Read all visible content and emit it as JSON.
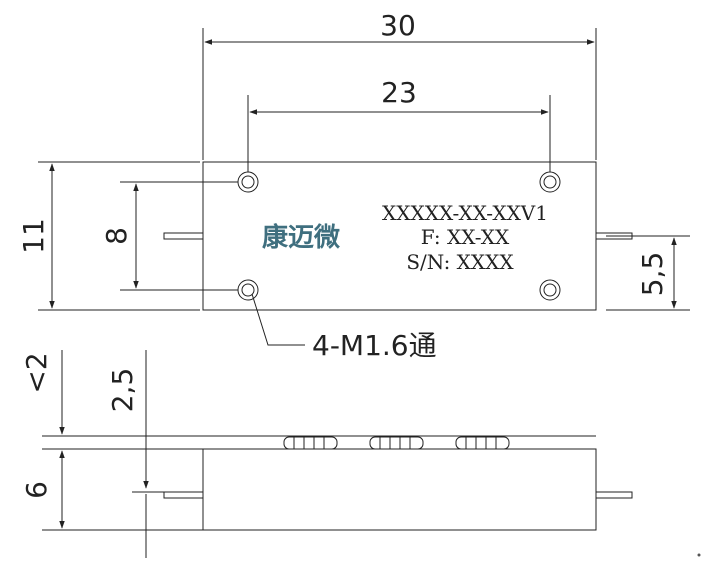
{
  "drawing": {
    "dimensions": {
      "overall_width": "30",
      "hole_spacing_width": "23",
      "overall_height": "11",
      "hole_spacing_height": "8",
      "pin_offset": "5,5",
      "callout_holes": "4-M1.6通",
      "pin_clearance": "<2",
      "pin_height": "2,5",
      "body_thickness": "6"
    },
    "label": {
      "model": "XXXXX-XX-XXV1",
      "frequency": "F: XX-XX",
      "serial": "S/N: XXXX"
    },
    "brand": "康迈微",
    "colors": {
      "line": "#222222",
      "brand": "#3f6f7f"
    }
  }
}
